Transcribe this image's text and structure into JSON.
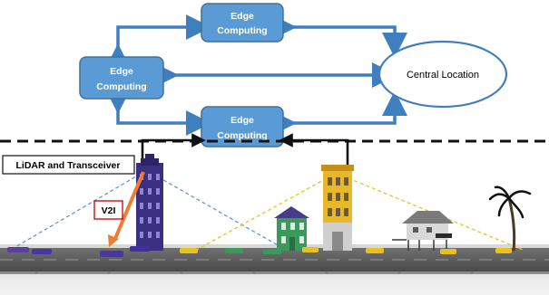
{
  "nodes": {
    "edge_top": {
      "label_line1": "Edge",
      "label_line2": "Computing"
    },
    "edge_left": {
      "label_line1": "Edge",
      "label_line2": "Computing"
    },
    "edge_bottom": {
      "label_line1": "Edge",
      "label_line2": "Computing"
    },
    "central": {
      "label": "Central Location"
    }
  },
  "street": {
    "lidar_label": "LiDAR and Transceiver",
    "v2i_label": "V2I"
  },
  "colors": {
    "edge_fill": "#5b9bd5",
    "edge_stroke": "#41719c",
    "arrow": "#3f7fc0",
    "v2i_arrow": "#ed7d31",
    "v2i_border": "#c00000"
  }
}
